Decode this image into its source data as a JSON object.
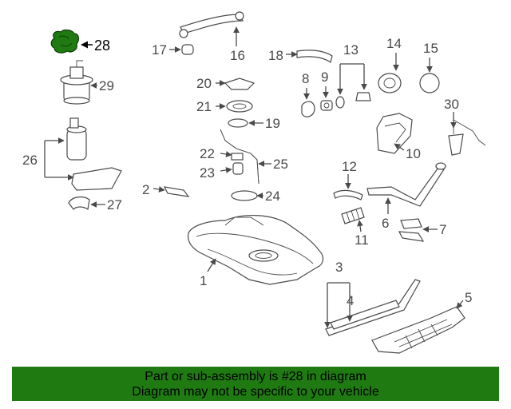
{
  "diagram": {
    "highlight_color": "#1f7a12",
    "highlighted_part": "28",
    "callouts": [
      "1",
      "2",
      "3",
      "4",
      "5",
      "6",
      "7",
      "8",
      "9",
      "10",
      "11",
      "12",
      "13",
      "14",
      "15",
      "16",
      "17",
      "18",
      "19",
      "20",
      "21",
      "22",
      "23",
      "24",
      "25",
      "26",
      "27",
      "28",
      "29",
      "30"
    ]
  },
  "banner": {
    "line1": "Part or sub-assembly is #28 in diagram",
    "line2": "Diagram may not be specific to your vehicle",
    "background": "#1f7a12"
  }
}
